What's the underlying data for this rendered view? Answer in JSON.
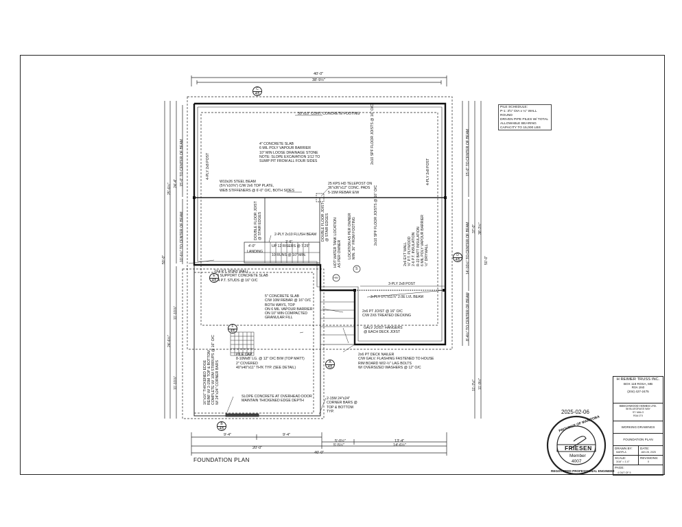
{
  "dims": {
    "top_overall": "40'-0\"",
    "top_inner": "38'-9½\"",
    "bottom_overall": "40'-0\"",
    "bottom_left": "20'-0\"",
    "bottom_mid": "5'-0½\"",
    "bottom_mid2": "5'-5½\"",
    "bottom_right": "13'-4\"",
    "bottom_right2": "14'-6½\"",
    "bottom_9_4a": "9'-4\"",
    "bottom_9_4b": "9'-4\"",
    "left_25_6": "25'-6½\"",
    "left_24_4": "24'-4\"",
    "left_15_0": "15'-0\" TO CENTER OF BEAM",
    "left_10_6": "10'-6½\" TO CENTER OF BEAM",
    "left_50": "50'-0\"",
    "left_11_10": "11'-10⅞\"",
    "left_24_6": "24'-6½\"",
    "left_11_10b": "11'-10⅞\"",
    "right_15_0": "15'-0\" TO CENTER OF BEAM",
    "right_37_0": "37'-0\"",
    "right_38_2": "38'-2½\"",
    "right_14_10": "14'-10½\" TO CENTER OF BEAM",
    "right_50": "50'-0\"",
    "right_8_4": "8'-4½\" TO CENTER OF BEAM",
    "right_11_7": "11'-7½\"",
    "right_11_9": "11'-9½\""
  },
  "notes": {
    "footing": "30\"x10\" CONT. CONCRETE FOOTING",
    "slab": [
      "4\" CONCRETE SLAB",
      "6 MIL POLY VAPOUR BARRIER",
      "10\" MIN LOOSE DRAINAGE STONE",
      "NOTE: SLOPE EXCAVATION 1/12 TO",
      "SUMP PIT FROM ALL FOUR SIDES"
    ],
    "post_left": "4-PLY 2x8 POST",
    "post_right": "4-PLY 2x8 POST",
    "beam": [
      "W10x26 STEEL BEAM",
      "(5¾\"x10⅜\") C/W 2x6 TOP PLATE,",
      "WEB STIFFENERS @ 6'-0\" O/C, BOTH SIDES"
    ],
    "telepost": [
      "25 KPS HD TELEPOST ON",
      "36\"x36\"x12\" CONC. PADS",
      "5-15M REBAR E/W"
    ],
    "joists_top": "2x10 SPF FLOOR JOISTS @ 16\" O/C",
    "joists_right": "2x10 SPF FLOOR JOISTS @ 16\" O/C",
    "double_joist_left": [
      "DOUBLE FLOOR JOIST",
      "@ STAIR EDGES"
    ],
    "double_joist_mid": [
      "DOUBLE FLOOR JOIST",
      "@ STAIR EDGES"
    ],
    "flush_beam": "2-PLY 2x10 FLUSH BEAM",
    "stair_up": "UP 12 RISERS @ 7.25\"",
    "stair_dn": "10 RUNS @ 10\" MIN.",
    "stair_w": "3'-6\"",
    "landing": "LANDING",
    "landing_dim": "4'-0\"",
    "water_tank": [
      "HOT WATER TANK LOCATION",
      "AS PER OWNER"
    ],
    "sump": [
      "LOCATION AS PER OWNER",
      "MIN. 36\" FROM FOOTING"
    ],
    "wall": [
      "2x6 EXT WALL",
      "⅝\" P.T. PLYWOOD",
      "2-6 P.T. INSULATION",
      "R-22 BATT INSULATION",
      "6 MIL POLY VAPOUR BARRIER",
      "½\" DRYWALL"
    ],
    "post3": "3-PLY 2x8 POST",
    "lvl": "3-PLY 1¾\"x11⅞\" 2.0E LVL BEAM",
    "pony": [
      "2X4 P.T. PONY WALL",
      "TO SUPPORT CONCRETE SLAB",
      "2x4 P.T. STUDS @ 16\" O/C"
    ],
    "garage_slab": [
      "5\" CONCRETE SLAB",
      "C/W 10M REBAR @ 16\" O/C",
      "BOTH WAYS, TOP",
      "ON 6 MIL VAPOUR BARRIER",
      "ON 10\" MIN COMPACTED",
      "GRANULAR FILL"
    ],
    "deck_joist": [
      "2x6 PT JOIST @ 16\" O/C",
      "C/W 2X6 TREATED DECKING"
    ],
    "hangers": [
      "GALV JOIST HANGERS",
      "@ EACH DECK JOIST"
    ],
    "pile_cap": [
      "PILE CAP",
      "8-10MxB' LG. @ 12\" O/C B/W (TOP MATT)",
      "2\" COVERED",
      "40\"x40\"x11\" TH'K TYP. (SEE DETAIL)"
    ],
    "nailer": [
      "2x6 PT DECK NAILER",
      "C/W GALV. FLASHING FASTENED TO HOUSE",
      "RIM BOARD W/2-½\" LAG BOLTS",
      "W/ OVERSIZED WASHERS @ 12\" O/C"
    ],
    "thick_edge": [
      "16\"x16\" THICKENED EDGE",
      "REINF W/ 2-15M TOP & BOTTOM",
      "COMPLETE W/ 10M STIRRUPS @ 16\" O/C",
      "W/ 24\"x24\" CORNER BARS"
    ],
    "slope": [
      "SLOPE CONCRETE AT OVERHEAD DOOR",
      "MAINTAIN THICKENED EDGE DEPTH"
    ],
    "corner_bars": [
      "2-15M 24\"x24\"",
      "CORNER BARS @",
      "TOP & BOTTOM",
      "TYP."
    ]
  },
  "sections": [
    {
      "letter": "C",
      "num": "4",
      "sheet": "5"
    },
    {
      "letter": "E",
      "num": "4",
      "sheet": "5"
    },
    {
      "letter": "F",
      "num": "4",
      "sheet": "5"
    },
    {
      "letter": "D",
      "num": "4",
      "sheet": "5"
    },
    {
      "letter": "A",
      "num": "4",
      "sheet": "5"
    },
    {
      "letter": "B",
      "num": "4",
      "sheet": "5"
    }
  ],
  "markers": {
    "sump_marker": "S",
    "tank_marker": "HW"
  },
  "pile_schedule": [
    "PILE SCHEDULE:",
    "P-1: 3½\" DIA x ¼\" WALL ROUND",
    "DRIVEN PIPE PILES W/ TOTAL",
    "ALLOWABLE BEARING",
    "CAPACITY TO 15,000 LBS"
  ],
  "plan_title": "FOUNDATION PLAN",
  "title_block": {
    "company": "H REIMER TRUSS INC.",
    "addr1": "BOX 118 ROSA, MB",
    "addr2": "R0A 1N0",
    "phone": "(204) 427-2475",
    "client1": "BEECHWOOD HOMES LTD.",
    "client2": "58 BLUEGRASS WAY",
    "client3": "ST. MALO",
    "client4": "R0A 1T0",
    "set": "WORKING DRAWINGS",
    "sheet_name": "FOUNDATION PLAN",
    "drawn_by_label": "DRAWN BY:",
    "drawn_by": "MARPLA",
    "date_label": "DATE:",
    "date": "JAN 28, 2025",
    "scale_label": "SCALE:",
    "scale": "3/16\" = 1'-0\"",
    "revisions_label": "REVISIONS:",
    "revisions": "0",
    "page_label": "PAGE:",
    "page": "4 OUT OF 5"
  },
  "stamp": {
    "date": "2025-02-06",
    "top_text": "PROVINCE OF MANITOBA",
    "name": "FRIESEN",
    "member_label": "Member",
    "member_no": "4007",
    "bottom_text": "REGISTERED PROFESSIONAL ENGINEER"
  }
}
